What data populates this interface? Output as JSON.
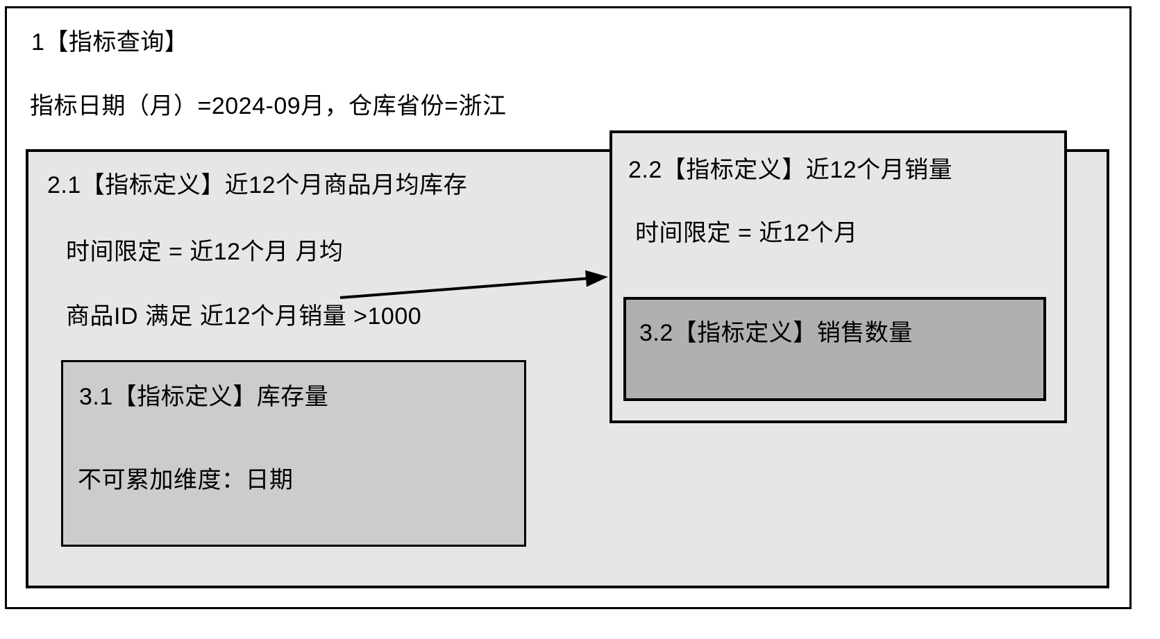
{
  "query": {
    "title": "1【指标查询】",
    "filters": "指标日期（月）=2024-09月，仓库省份=浙江"
  },
  "metric_2_1": {
    "title": "2.1【指标定义】近12个月商品月均库存",
    "time_limit": "时间限定 = 近12个月 月均",
    "product_filter": "商品ID 满足 近12个月销量 >1000",
    "child": {
      "title": "3.1【指标定义】库存量",
      "non_additive_dimension": "不可累加维度：日期"
    }
  },
  "metric_2_2": {
    "title": "2.2【指标定义】近12个月销量",
    "time_limit": "时间限定 = 近12个月",
    "child": {
      "title": "3.2【指标定义】销售数量"
    }
  },
  "colors": {
    "canvas_bg": "#ffffff",
    "border": "#000000",
    "level2_fill": "#e6e6e6",
    "level3_light_fill": "#cccccc",
    "level3_dark_fill": "#b0b0b0"
  }
}
